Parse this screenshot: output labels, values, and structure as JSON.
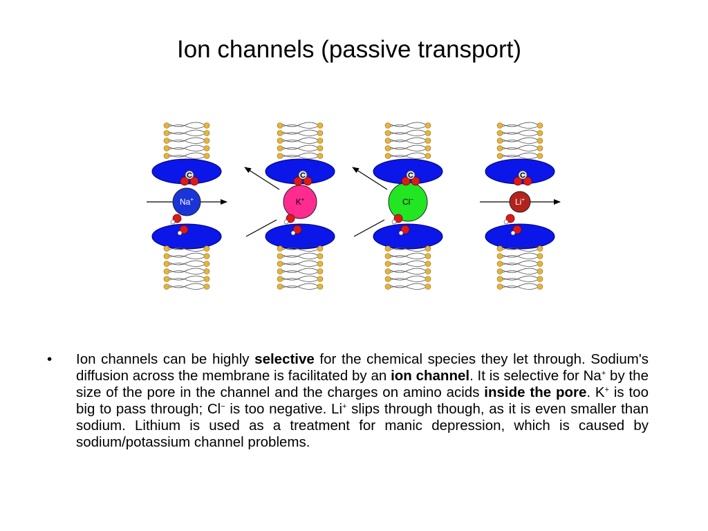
{
  "slide": {
    "title": "Ion channels (passive transport)"
  },
  "figure": {
    "channels": [
      {
        "ion": "Na",
        "charge": "+",
        "ion_color": "#1a34d9",
        "text_color": "#ffffff",
        "passes": true
      },
      {
        "ion": "K",
        "charge": "+",
        "ion_color": "#ff2b8f",
        "text_color": "#000000",
        "passes": false
      },
      {
        "ion": "Cl",
        "charge": "−",
        "ion_color": "#22e622",
        "text_color": "#000000",
        "passes": false
      },
      {
        "ion": "Li",
        "charge": "+",
        "ion_color": "#b3231e",
        "text_color": "#ffffff",
        "passes": true
      }
    ],
    "carbon_label": "C",
    "colors": {
      "protein": "#0b16e8",
      "lipid_head": "#e6b33c",
      "oxygen": "#d81b1b"
    }
  },
  "bullet": {
    "mark": "•",
    "s1": "Ion channels can be highly ",
    "b1": "selective",
    "s2": " for the chemical species they let through. Sodium's diffusion across the membrane is facilitated by an ",
    "b2": "ion channel",
    "s3": ". It is selective for Na",
    "sup1": "+",
    "s4": " by the size of the pore in the channel and the charges on amino acids ",
    "b3": "inside the pore",
    "s5": ". K",
    "sup2": "+",
    "s6": " is too big to pass through; Cl",
    "sup3": "−",
    "s7": " is too negative. Li",
    "sup4": "+",
    "s8": " slips through though, as it is even smaller than sodium. Lithium is used as a treatment for manic depression, which is caused by sodium/potassium channel problems."
  }
}
